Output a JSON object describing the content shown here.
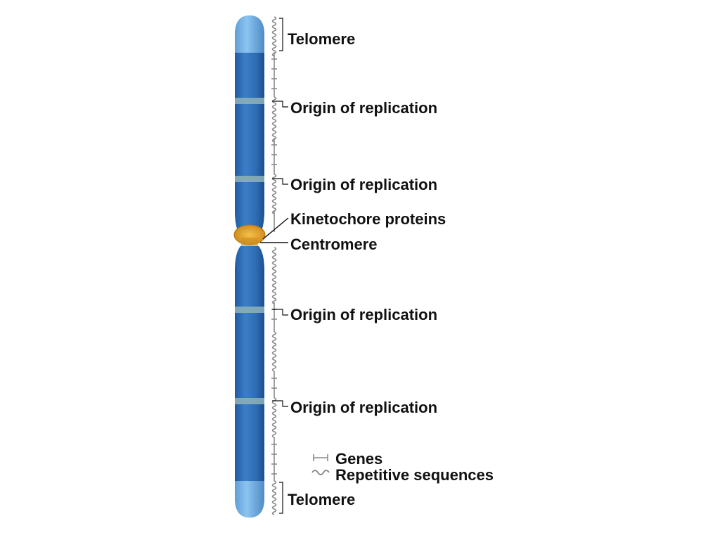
{
  "colors": {
    "chromosome": "#2f6db5",
    "chromosome_light": "#6aa9e0",
    "telomere_cap": "#79b8ec",
    "band": "#8fb3b8",
    "kinetochore": "#e9a322",
    "dna_strand": "#8a8a8a",
    "leader": "#111111"
  },
  "labels": {
    "telomere_top": "Telomere",
    "origin_1": "Origin of replication",
    "origin_2": "Origin of replication",
    "kinetochore": "Kinetochore proteins",
    "centromere": "Centromere",
    "origin_3": "Origin of replication",
    "origin_4": "Origin of replication",
    "telomere_bottom": "Telomere"
  },
  "legend": {
    "genes": "Genes",
    "repetitive": "Repetitive sequences"
  },
  "icons": {
    "genes": "gene-tick-icon",
    "repetitive": "wavy-sequence-icon"
  }
}
